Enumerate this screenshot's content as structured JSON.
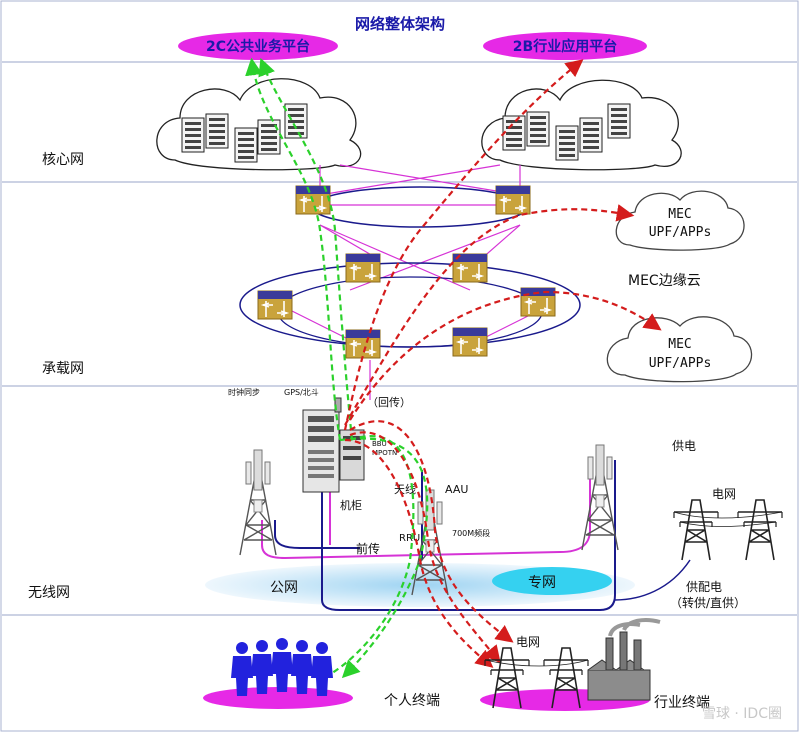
{
  "title": "网络整体架构",
  "platforms": {
    "to_c": "2C公共业务平台",
    "to_b": "2B行业应用平台"
  },
  "layers": {
    "core": "核心网",
    "bearer": "承载网",
    "wireless": "无线网"
  },
  "mec": {
    "cloud_label_1": "MEC",
    "cloud_label_1b": "UPF/APPs",
    "cloud_label_2": "MEC",
    "cloud_label_2b": "UPF/APPs",
    "edge_cloud": "MEC边缘云"
  },
  "wireless_labels": {
    "clock_sync": "时钟同步",
    "gps": "GPS/北斗",
    "backhaul": "（回传）",
    "bbu": "BBU",
    "mpotn": "MPOTN",
    "cabinet": "机柜",
    "antenna": "天线",
    "aau": "AAU",
    "band": "700M频段",
    "rru": "RRU",
    "fronthaul": "前传",
    "power_supply": "供电",
    "power_grid": "电网",
    "public_net": "公网",
    "private_net": "专网",
    "power_dist": "供配电",
    "power_mode": "（转供/直供）"
  },
  "terminals": {
    "grid": "电网",
    "personal": "个人终端",
    "industry": "行业终端"
  },
  "watermark": "雪球 · IDC圈",
  "colors": {
    "title_blue": "#1a1aa8",
    "platform_fill": "#e629e6",
    "ring_blue": "#1a1a8c",
    "magenta_line": "#d633d6",
    "red_arrow": "#d41c1c",
    "green_arrow": "#2bd12b",
    "switch_fill": "#c9a33c",
    "layer_divider": "#9aa6c8",
    "public_net_fill": "#bfe3f7",
    "private_net_fill": "#35d1f0",
    "terminal_blue": "#2222dd"
  }
}
